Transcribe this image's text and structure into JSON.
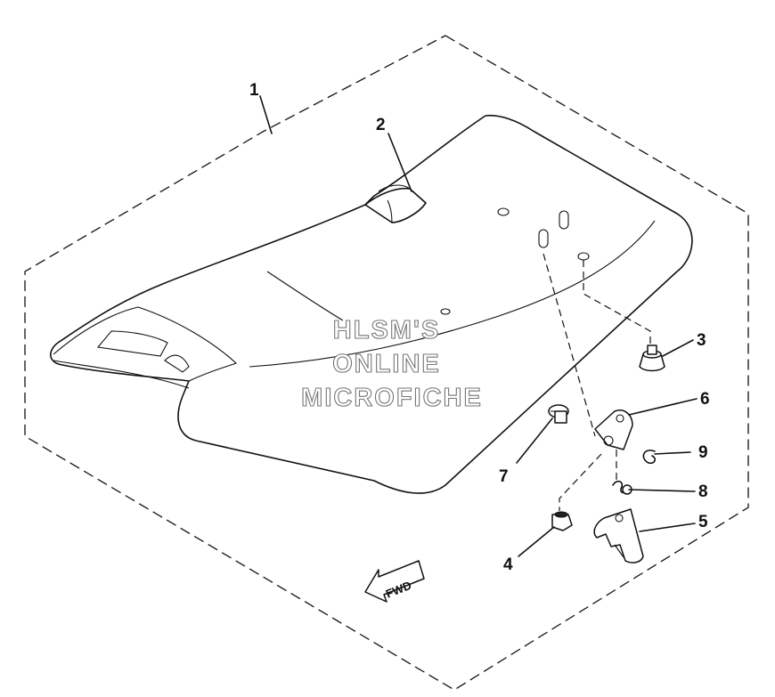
{
  "watermark": {
    "line1": "HLSM'S",
    "line2": "ONLINE",
    "line3": "MICROFICHE"
  },
  "direction_label": "FWD",
  "callouts": [
    {
      "id": "1",
      "label": "1"
    },
    {
      "id": "2",
      "label": "2"
    },
    {
      "id": "3",
      "label": "3"
    },
    {
      "id": "4",
      "label": "4"
    },
    {
      "id": "5",
      "label": "5"
    },
    {
      "id": "6",
      "label": "6"
    },
    {
      "id": "7",
      "label": "7"
    },
    {
      "id": "8",
      "label": "8"
    },
    {
      "id": "9",
      "label": "9"
    }
  ]
}
